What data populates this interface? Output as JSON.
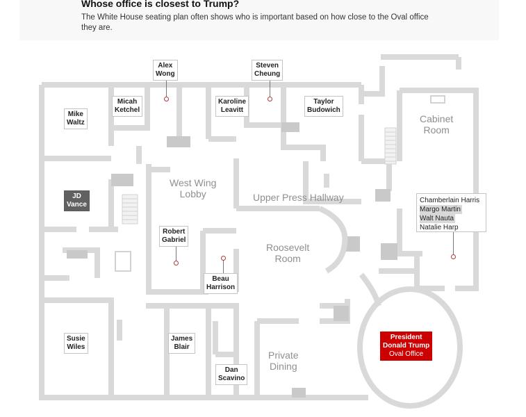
{
  "header": {
    "title": "Whose office is closest to Trump?",
    "subtitle": "The White House seating plan often shows who is important based on how close to the Oval office they are."
  },
  "rooms": {
    "west_wing_lobby": [
      "West Wing",
      "Lobby"
    ],
    "upper_press_hallway": "Upper Press Hallway",
    "roosevelt_room": [
      "Roosevelt",
      "Room"
    ],
    "cabinet_room": [
      "Cabinet",
      "Room"
    ],
    "private_dining": [
      "Private",
      "Dining"
    ]
  },
  "offices": [
    {
      "id": "alex-wong",
      "lines": [
        "Alex",
        "Wong"
      ]
    },
    {
      "id": "steven-cheung",
      "lines": [
        "Steven",
        "Cheung"
      ]
    },
    {
      "id": "micah-ketchel",
      "lines": [
        "Micah",
        "Ketchel"
      ]
    },
    {
      "id": "karoline-leavitt",
      "lines": [
        "Karoline",
        "Leavitt"
      ]
    },
    {
      "id": "mike-waltz",
      "lines": [
        "Mike",
        "Waltz"
      ]
    },
    {
      "id": "taylor-budowich",
      "lines": [
        "Taylor",
        "Budowich"
      ]
    },
    {
      "id": "jd-vance",
      "lines": [
        "JD",
        "Vance"
      ]
    },
    {
      "id": "robert-gabriel",
      "lines": [
        "Robert",
        "Gabriel"
      ]
    },
    {
      "id": "beau-harrison",
      "lines": [
        "Beau",
        "Harrison"
      ]
    },
    {
      "id": "susie-wiles",
      "lines": [
        "Susie",
        "Wiles"
      ]
    },
    {
      "id": "james-blair",
      "lines": [
        "James",
        "Blair"
      ]
    },
    {
      "id": "dan-scavino",
      "lines": [
        "Dan",
        "Scavino"
      ]
    },
    {
      "id": "president",
      "lines": [
        "President",
        "Donald Trump"
      ],
      "sub": "Oval Office"
    }
  ],
  "cabinet_staff": [
    "Chamberlain Harris",
    "Margo Martin",
    "Walt Nauta",
    "Natalie Harp"
  ],
  "colors": {
    "wall": "#d9d9d9",
    "accent": "#cc0000",
    "dark_label": "#616161"
  }
}
